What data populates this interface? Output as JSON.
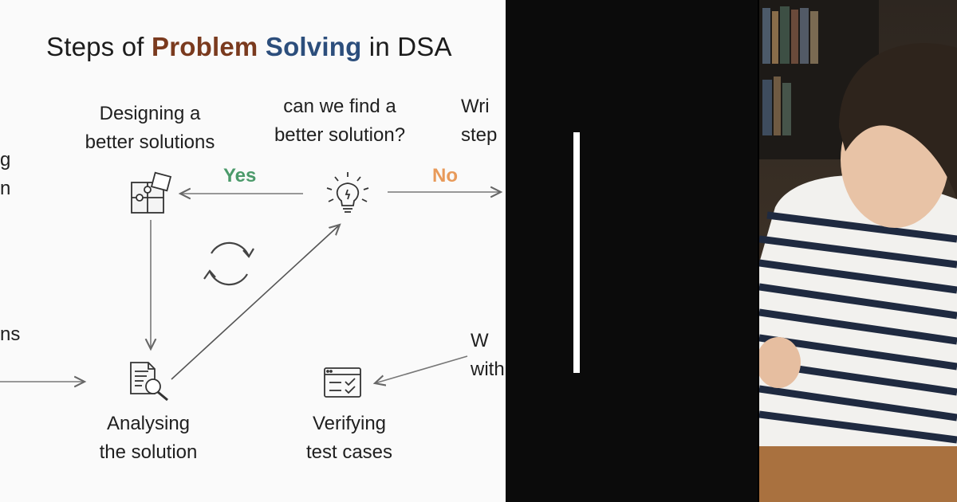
{
  "slide": {
    "title_prefix": "Steps of ",
    "title_highlight_1": "Problem",
    "title_space": " ",
    "title_highlight_2": "Solving",
    "title_suffix": " in DSA",
    "steps": {
      "designing": "Designing a\nbetter solutions",
      "find_better": "can we find a\nbetter solution?",
      "writing_partial": "Wri\nstep",
      "analysing": "Analysing\nthe solution",
      "verifying": "Verifying\ntest cases",
      "with_partial": "W\nwith",
      "left_partial_1": "g\nn",
      "left_partial_2": "ns"
    },
    "yes_label": "Yes",
    "no_label": "No",
    "colors": {
      "title_brown": "#7a3a1e",
      "title_blue": "#2c4e7c",
      "yes_green": "#4b9a6a",
      "no_orange": "#e89a5a"
    },
    "icons": [
      "puzzle-icon",
      "lightbulb-icon",
      "cycle-icon",
      "document-magnifier-icon",
      "checklist-window-icon"
    ]
  },
  "photo": {
    "subject": ""
  }
}
